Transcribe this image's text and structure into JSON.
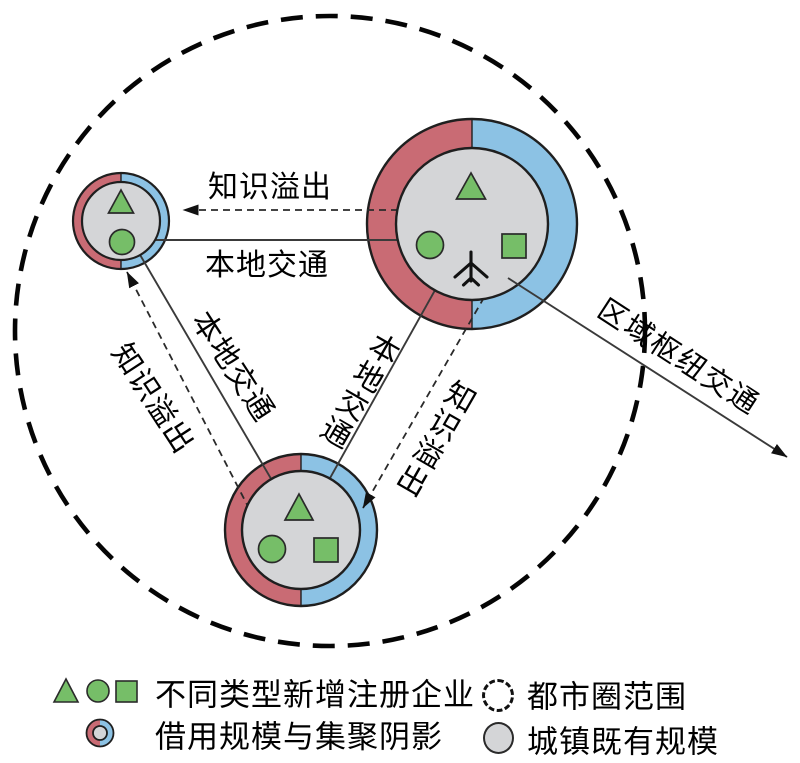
{
  "diagram": {
    "labels": {
      "knowledge_spillover": "知识溢出",
      "local_transport": "本地交通",
      "regional_hub_transport": "区域枢纽交通"
    },
    "colors": {
      "shadow_red": "#c96b74",
      "borrow_blue": "#8cc2e4",
      "town_gray": "#d4d5d7",
      "enterprise_green": "#76be68",
      "line_dark": "#2a2a2a"
    }
  },
  "legend": {
    "items": [
      {
        "icon": "triangle-circle-square",
        "label": "不同类型新增注册企业"
      },
      {
        "icon": "dashed-circle",
        "label": "都市圈范围"
      },
      {
        "icon": "red-blue-ring",
        "label": "借用规模与集聚阴影"
      },
      {
        "icon": "gray-circle",
        "label": "城镇既有规模"
      }
    ]
  }
}
